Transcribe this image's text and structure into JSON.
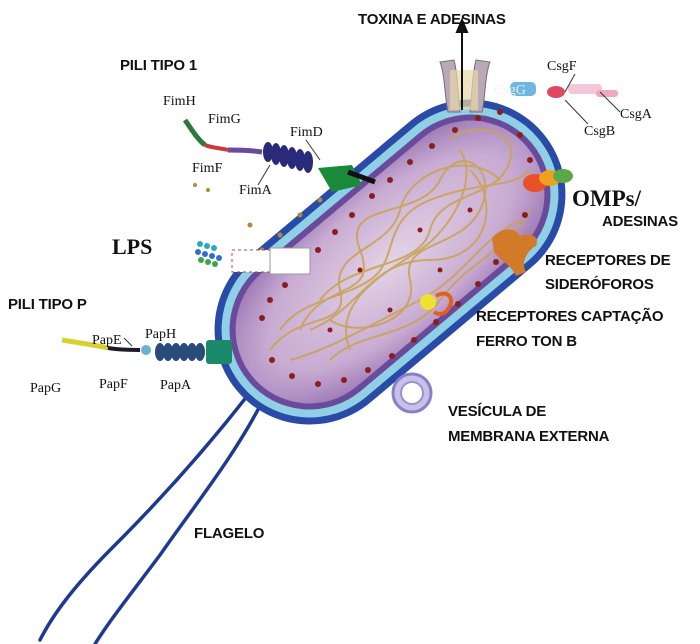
{
  "labels": {
    "toxina": "TOXINA E ADESINAS",
    "pili1": "PILI TIPO 1",
    "fimH": "FimH",
    "fimG": "FimG",
    "fimF": "FimF",
    "fimA": "FimA",
    "fimD": "FimD",
    "csgF": "CsgF",
    "csgG": "CsgG",
    "csgA": "CsgA",
    "csgB": "CsgB",
    "omps": "OMPs/",
    "adesinas": "ADESINAS",
    "lps": "LPS",
    "recSid1": "RECEPTORES DE",
    "recSid2": "SIDERÓFOROS",
    "piliP": "PILI TIPO P",
    "recTon1": "RECEPTORES CAPTAÇÃO",
    "recTon2": "FERRO TON B",
    "papH": "PapH",
    "papE": "PapE",
    "papG": "PapG",
    "papF": "PapF",
    "papA": "PapA",
    "vesicula1": "VESÍCULA DE",
    "vesicula2": "MEMBRANA EXTERNA",
    "flagelo": "FLAGELO"
  },
  "colors": {
    "outer_membrane": "#2a4aa8",
    "periplasm": "#8fd0e6",
    "inner_membrane": "#6a4a9a",
    "cytoplasm": "#c9aed0",
    "nucleoid": "#c9a35a",
    "ribosome": "#8a1e1e",
    "flagellum": "#1d3a8f"
  }
}
